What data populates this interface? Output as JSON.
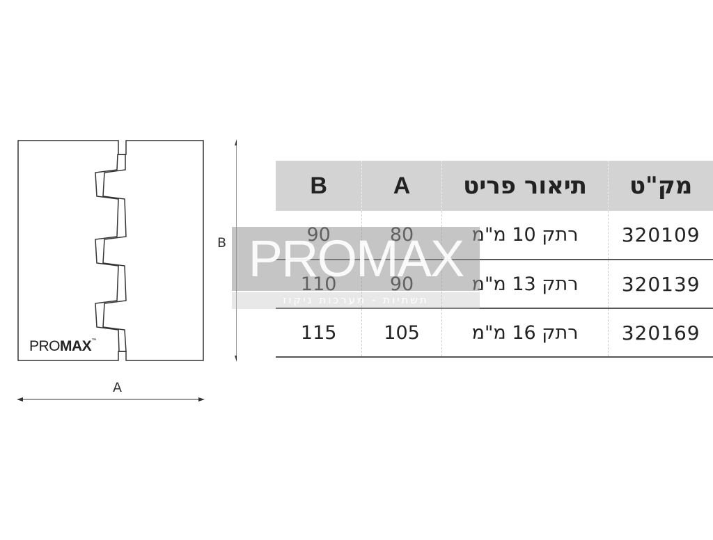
{
  "diagram": {
    "dimension_a": "A",
    "dimension_b": "B",
    "logo": {
      "pro": "PRO",
      "max": "MAX",
      "tm": "™"
    }
  },
  "table": {
    "headers": {
      "sku": "מק\"ט",
      "description": "תיאור פריט",
      "a": "A",
      "b": "B"
    },
    "rows": [
      {
        "sku": "320109",
        "description": "רתק 10 מ\"מ",
        "a": "80",
        "b": "90"
      },
      {
        "sku": "320139",
        "description": "רתק 13 מ\"מ",
        "a": "90",
        "b": "110"
      },
      {
        "sku": "320169",
        "description": "רתק 16 מ\"מ",
        "a": "105",
        "b": "115"
      }
    ]
  },
  "watermark": {
    "text": "PROMAX",
    "tagline": "תשתיות - מערכות ניקוז",
    "band_color": "#969696"
  },
  "colors": {
    "header_bg": "#d3d3d3",
    "line": "#555555",
    "text": "#222222"
  }
}
